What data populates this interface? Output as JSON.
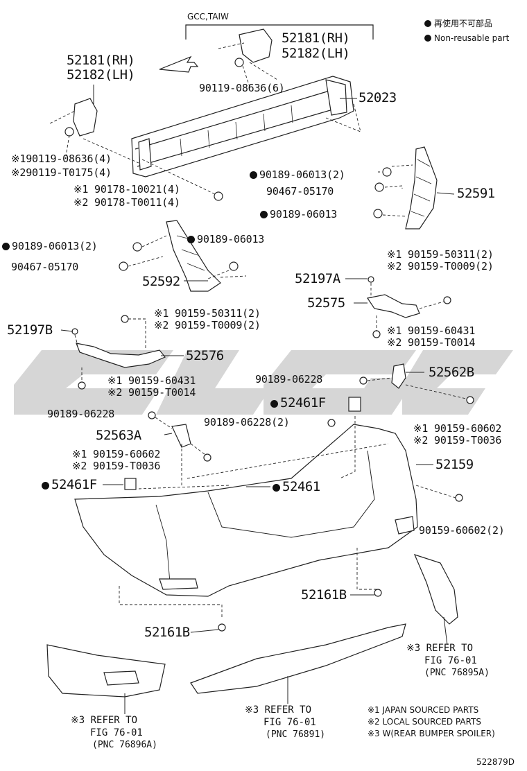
{
  "legend": {
    "line1": "再使用不可部品",
    "line2": "Non-reusable part"
  },
  "watermark": "GLGC",
  "notes": {
    "n1": "※1 JAPAN SOURCED PARTS",
    "n2": "※2 LOCAL SOURCED PARTS",
    "n3": "※3 W(REAR BUMPER SPOILER)"
  },
  "labels": {
    "gcc": "GCC,TAIW",
    "p52181_top": "52181(RH)",
    "p52182_top": "52182(LH)",
    "p90119_top": "90119-08636(6)",
    "p52023": "52023",
    "p52181_left": "52181(RH)",
    "p52182_left": "52182(LH)",
    "p90119_l1": "※190119-08636(4)",
    "p90119_l2": "※290119-T0175(4)",
    "p90178_1": "※1 90178-10021(4)",
    "p90178_2": "※2 90178-T0011(4)",
    "p90189_r1": "90189-06013(2)",
    "p90467_r": "90467-05170",
    "p52591": "52591",
    "p90189_r2": "90189-06013",
    "p90189_l1": "90189-06013(2)",
    "p90189_l2": "90189-06013",
    "p90467_l": "90467-05170",
    "p52592": "52592",
    "p90159_a1": "※1 90159-50311(2)",
    "p90159_a2": "※2 90159-T0009(2)",
    "p52197A": "52197A",
    "p52575": "52575",
    "p90159_b1": "※1 90159-60431",
    "p90159_b2": "※2 90159-T0014",
    "p90159_c1": "※1 90159-50311(2)",
    "p90159_c2": "※2 90159-T0009(2)",
    "p52197B": "52197B",
    "p52576": "52576",
    "p90159_d1": "※1 90159-60431",
    "p90159_d2": "※2 90159-T0014",
    "p90189_06228_r": "90189-06228",
    "p52562B": "52562B",
    "p52461F_r": "52461F",
    "p90189_06228_l": "90189-06228",
    "p90189_06228_2": "90189-06228(2)",
    "p90159_e1": "※1 90159-60602",
    "p90159_e2": "※2 90159-T0036",
    "p52563A": "52563A",
    "p90159_f1": "※1 90159-60602",
    "p90159_f2": "※2 90159-T0036",
    "p52159": "52159",
    "p52461F_l": "52461F",
    "p52461": "52461",
    "p90159_g": "90159-60602(2)",
    "p52161B_r": "52161B",
    "p52161B_b": "52161B",
    "ref1_a": "※3 REFER TO",
    "ref1_b": "FIG 76-01",
    "ref1_c": "(PNC 76895A)",
    "ref2_a": "※3 REFER TO",
    "ref2_b": "FIG 76-01",
    "ref2_c": "(PNC 76891)",
    "ref3_a": "※3 REFER TO",
    "ref3_b": "FIG 76-01",
    "ref3_c": "(PNC 76896A)",
    "code": "522879D"
  }
}
